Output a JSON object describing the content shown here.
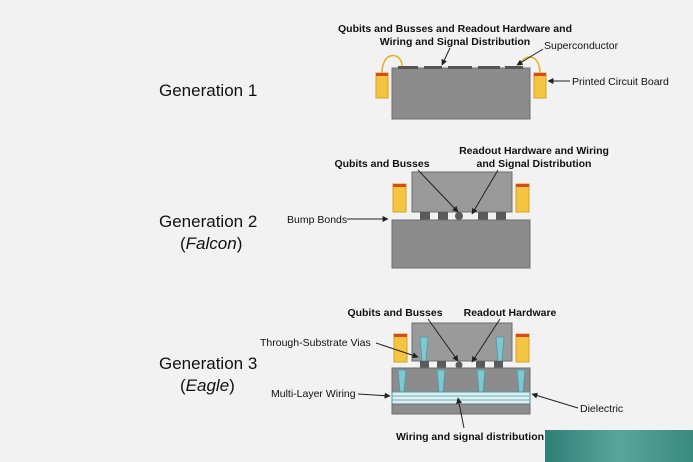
{
  "generations": [
    {
      "title": "Generation 1",
      "subtitle": ""
    },
    {
      "title": "Generation 2",
      "subtitle": "Falcon"
    },
    {
      "title": "Generation 3",
      "subtitle": "Eagle"
    }
  ],
  "gen1": {
    "top_label_line1": "Qubits and Busses and Readout Hardware and",
    "top_label_line2": "Wiring and Signal Distribution",
    "superconductor": "Superconductor",
    "pcb": "Printed Circuit Board"
  },
  "gen2": {
    "qubits": "Qubits and Busses",
    "readout_line1": "Readout Hardware and Wiring",
    "readout_line2": "and Signal Distribution",
    "bump": "Bump Bonds"
  },
  "gen3": {
    "qubits": "Qubits and Busses",
    "readout": "Readout Hardware",
    "vias": "Through-Substrate Vias",
    "multilayer": "Multi-Layer Wiring",
    "dielectric": "Dielectric",
    "wiring": "Wiring and signal distribution"
  },
  "colors": {
    "chip": "#8c8c8c",
    "pcb": "#f4c542",
    "via": "#7fc8d0",
    "corner_overlay": "#3f8f86"
  }
}
